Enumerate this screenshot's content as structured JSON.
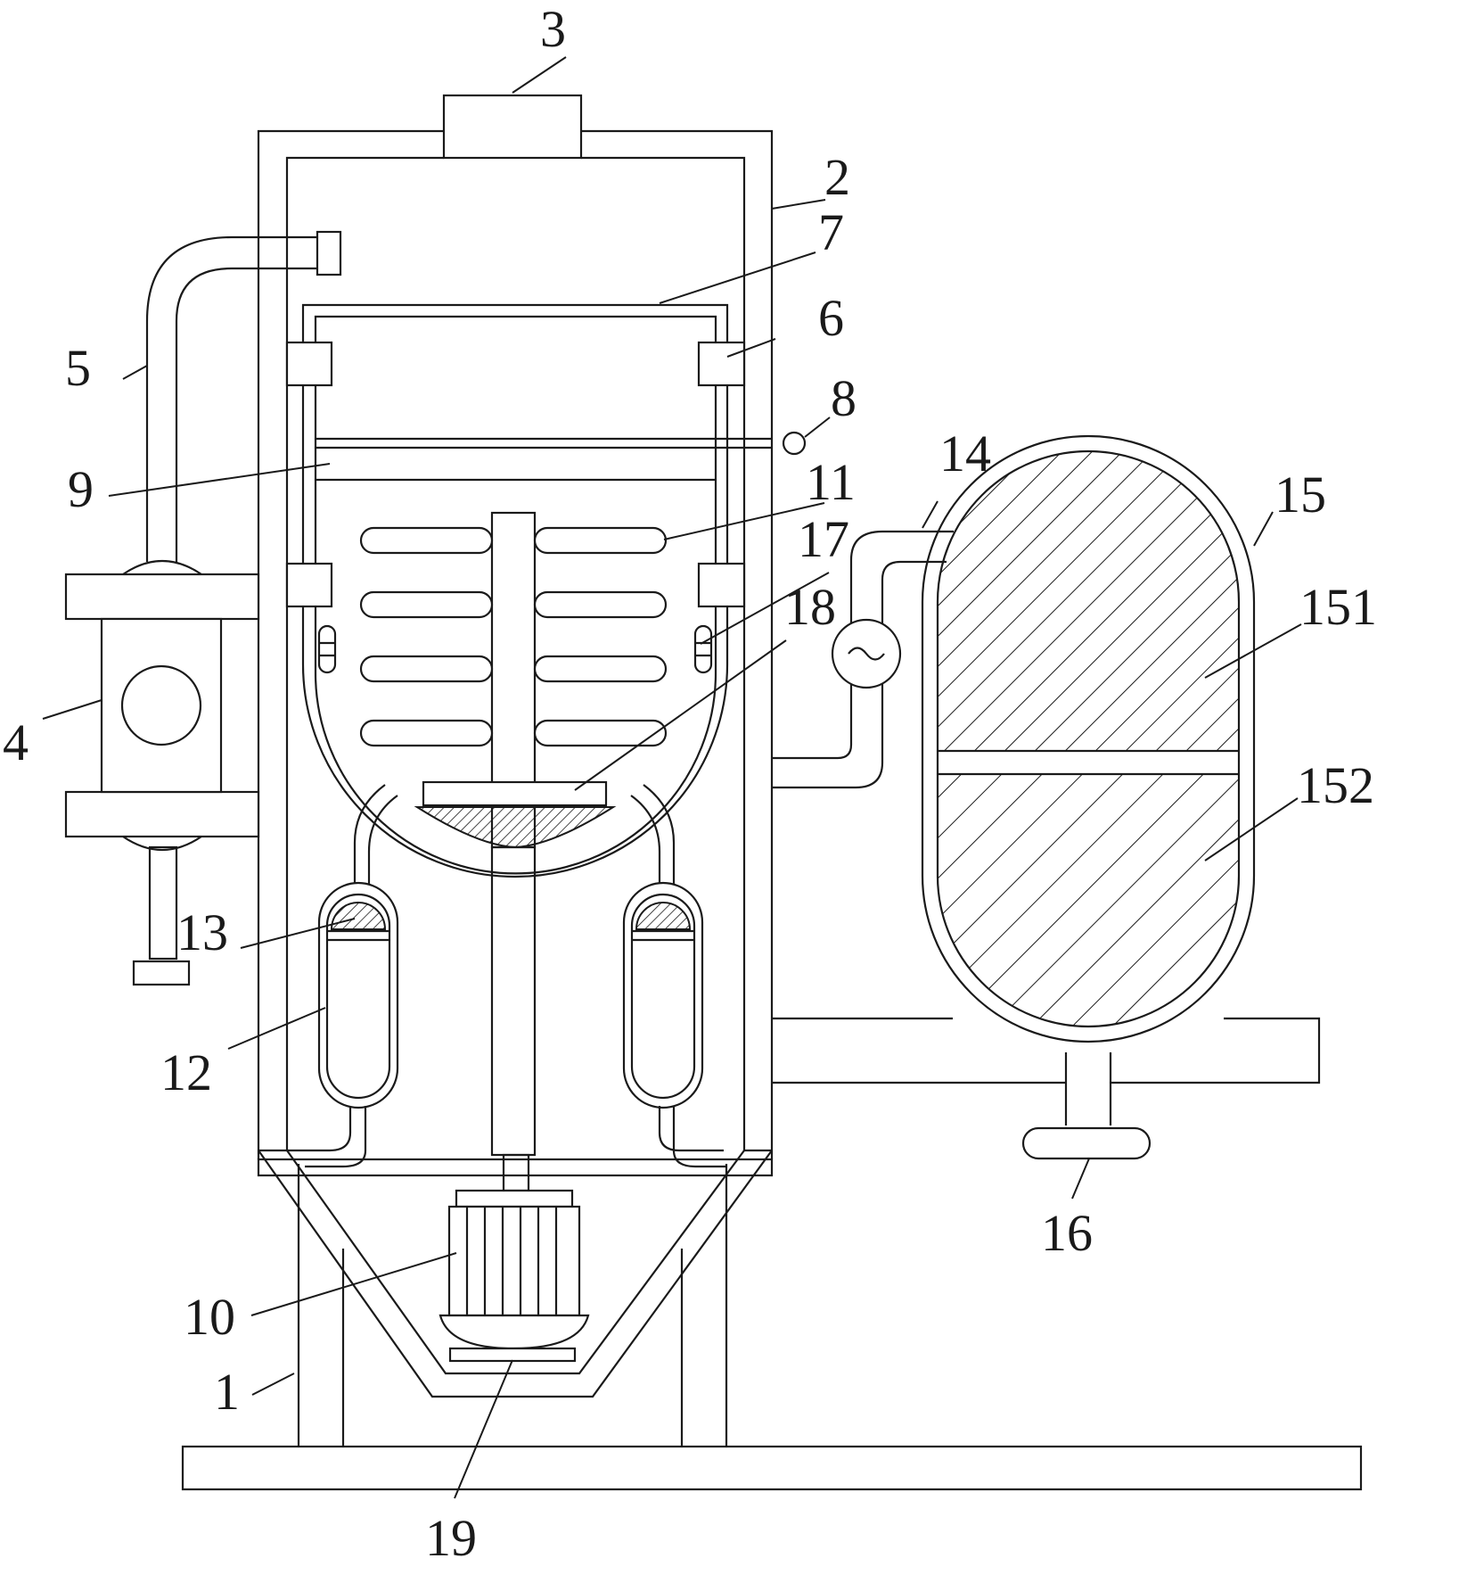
{
  "labels": {
    "l1": "1",
    "l2": "2",
    "l3": "3",
    "l4": "4",
    "l5": "5",
    "l6": "6",
    "l7": "7",
    "l8": "8",
    "l9": "9",
    "l10": "10",
    "l11": "11",
    "l12": "12",
    "l13": "13",
    "l14": "14",
    "l15": "15",
    "l151": "151",
    "l152": "152",
    "l16": "16",
    "l17": "17",
    "l18": "18",
    "l19": "19"
  },
  "colors": {
    "line": "#1a1a1a",
    "background": "#ffffff"
  }
}
